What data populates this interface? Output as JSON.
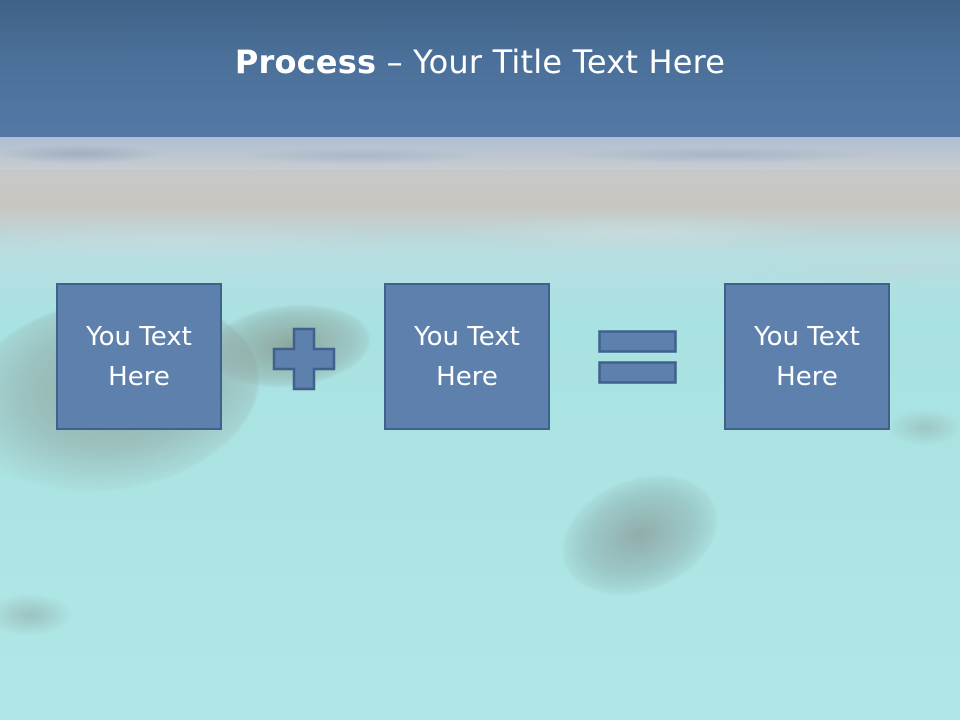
{
  "slide": {
    "title_bold": "Process",
    "title_rest": " – Your Title Text Here",
    "steps": [
      {
        "text": "You Text\nHere"
      },
      {
        "text": "You Text\nHere"
      },
      {
        "text": "You Text\nHere"
      }
    ],
    "operators": [
      {
        "icon": "plus-icon"
      },
      {
        "icon": "equals-icon"
      }
    ]
  },
  "colors": {
    "header": "#4a6f98",
    "box_fill": "#5d80ad",
    "box_border": "#3f618b",
    "text": "#ffffff"
  }
}
